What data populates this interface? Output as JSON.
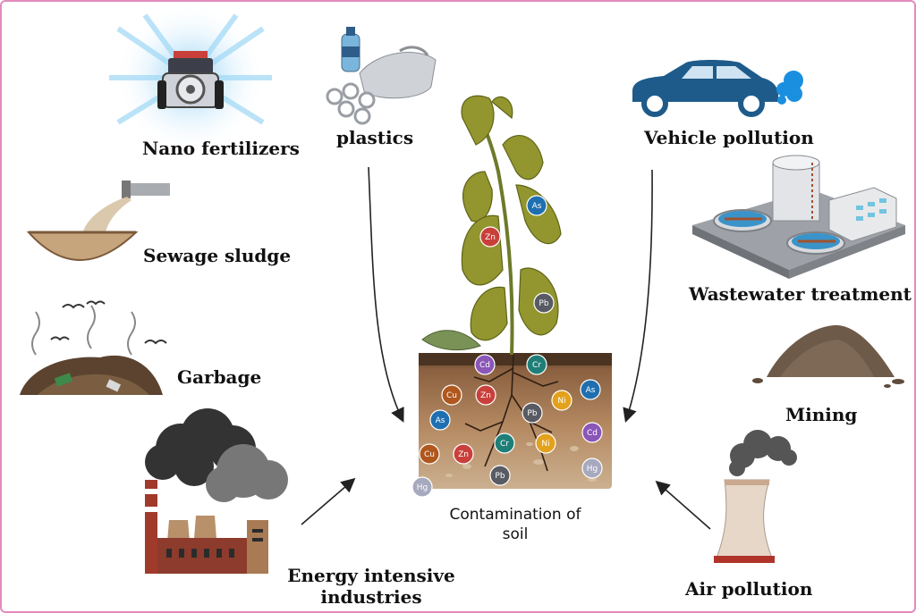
{
  "title": "",
  "center": {
    "label_line1": "Contamination of",
    "label_line2": "soil"
  },
  "sources": {
    "nano_fertilizers": "Nano fertilizers",
    "plastics": "plastics",
    "vehicle_pollution": "Vehicle pollution",
    "sewage_sludge": "Sewage sludge",
    "wastewater_treatment": "Wastewater treatment",
    "garbage": "Garbage",
    "mining": "Mining",
    "energy_line1": "Energy intensive",
    "energy_line2": "industries",
    "air_pollution": "Air pollution"
  },
  "plant_ions": [
    "As",
    "Zn",
    "Pb"
  ],
  "soil_ions": [
    "Cd",
    "Cr",
    "Cu",
    "Zn",
    "As",
    "Ni",
    "As",
    "Pb",
    "Cd",
    "Cu",
    "Zn",
    "Cr",
    "Ni",
    "Hg",
    "Pb",
    "Hg"
  ],
  "ion_colors": {
    "As": "#1f6fb0",
    "Zn": "#c9403b",
    "Pb": "#595b63",
    "Cd": "#8a56b8",
    "Cr": "#1f7f78",
    "Cu": "#b0571d",
    "Ni": "#e3a11c",
    "Hg": "#a7a9be"
  }
}
